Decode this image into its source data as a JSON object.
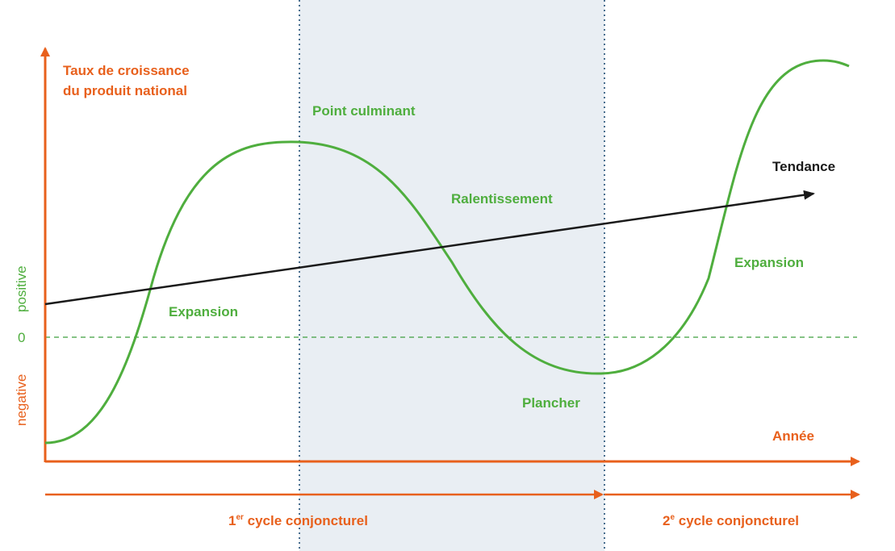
{
  "colors": {
    "orange": "#E8601C",
    "green": "#4FAE3E",
    "black": "#1a1a1a",
    "dotted": "#4a6f8f",
    "shade": "#E9EEF3",
    "zero_line": "#3f9f3f"
  },
  "y_axis": {
    "title_line1": "Taux de croissance",
    "title_line2": "du produit national",
    "positive": "positive",
    "zero": "0",
    "negative": "negative"
  },
  "x_axis": {
    "title": "Année"
  },
  "labels": {
    "point_culminant": "Point culminant",
    "ralentissement": "Ralentissement",
    "expansion_1": "Expansion",
    "expansion_2": "Expansion",
    "plancher": "Plancher",
    "tendance": "Tendance"
  },
  "cycles": {
    "first_num": "1",
    "first_sup": "er",
    "first_rest": " cycle conjoncturel",
    "second_num": "2",
    "second_sup": "e",
    "second_rest": " cycle conjoncturel"
  },
  "icons": {
    "axis_arrow": "arrow-icon"
  }
}
